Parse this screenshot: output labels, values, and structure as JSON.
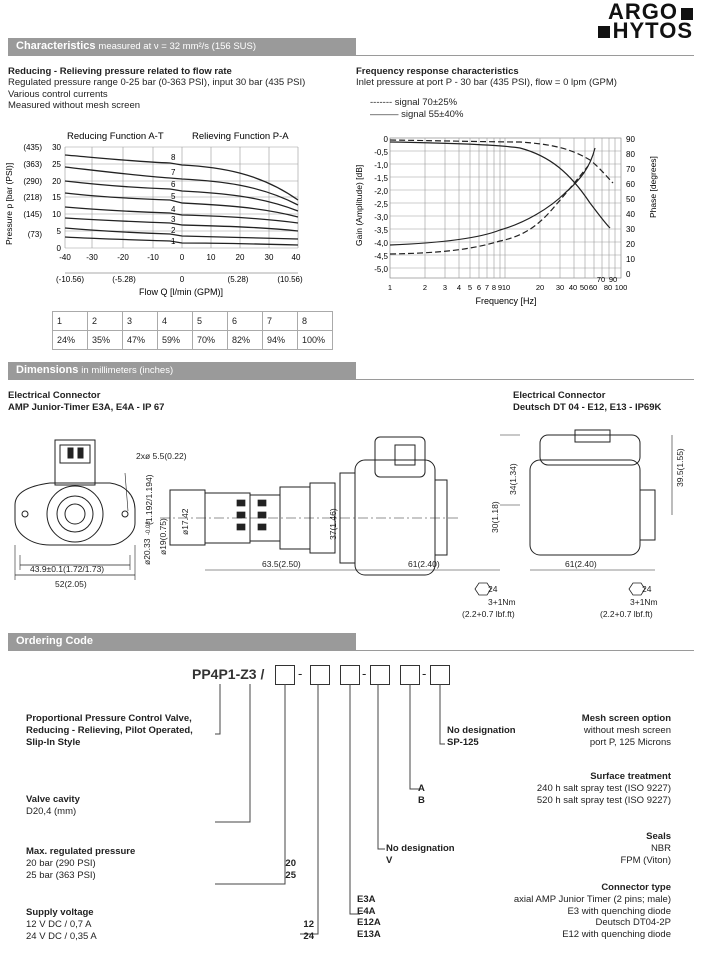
{
  "logo": {
    "line1": "ARGO",
    "line2": "HYTOS"
  },
  "characteristics": {
    "title": "Characteristics",
    "subtitle": "measured at ν = 32 mm²/s (156 SUS)",
    "left": {
      "heading": "Reducing - Relieving pressure related to flow rate",
      "lines": [
        "Regulated pressure range 0-25 bar (0-363 PSI), input 30 bar (435 PSI)",
        "Various control currents",
        "Measured without mesh screen"
      ],
      "func_a": "Reducing Function A-T",
      "func_b": "Relieving Function P-A",
      "ylabel": "Pressure p [bar (PSI)]",
      "xlabel": "Flow Q [l/min (GPM)]",
      "yticks": [
        "30",
        "25",
        "20",
        "15",
        "10",
        "5",
        "0"
      ],
      "ypsi": [
        "(435)",
        "(363)",
        "(290)",
        "(218)",
        "(145)",
        "(73)"
      ],
      "xticks": [
        "-40",
        "-30",
        "-20",
        "-10",
        "0",
        "10",
        "20",
        "30",
        "40"
      ],
      "xgpm": [
        "(-10.56)",
        "(-5.28)",
        "0",
        "(5.28)",
        "(10.56)"
      ],
      "curve_labels": [
        "8",
        "7",
        "6",
        "5",
        "4",
        "3",
        "2",
        "1"
      ],
      "table_head": [
        "1",
        "2",
        "3",
        "4",
        "5",
        "6",
        "7",
        "8"
      ],
      "table_vals": [
        "24%",
        "35%",
        "47%",
        "59%",
        "70%",
        "82%",
        "94%",
        "100%"
      ]
    },
    "right": {
      "heading": "Frequency response characteristics",
      "line1": "Inlet pressure at port P - 30 bar (435 PSI), flow = 0 lpm (GPM)",
      "legend": [
        {
          "mark": "-------",
          "text": "signal 70±25%"
        },
        {
          "mark": "———",
          "text": "signal 55±40%"
        }
      ],
      "ylabel_l": "Gain (Amplitude) [dB]",
      "ylabel_r": "Phase [degrees]",
      "yticks_l": [
        "0",
        "-0,5",
        "-1,0",
        "-1,5",
        "-2,0",
        "-2,5",
        "-3,0",
        "-3,5",
        "-4,0",
        "-4,5",
        "-5,0"
      ],
      "yticks_r": [
        "90",
        "80",
        "70",
        "60",
        "50",
        "40",
        "30",
        "20",
        "10",
        "0"
      ],
      "xticks": [
        "1",
        "2",
        "3",
        "4",
        "5",
        "6",
        "7",
        "8",
        "9",
        "10",
        "20",
        "30",
        "40",
        "50",
        "60",
        "70",
        "80",
        "90",
        "100"
      ],
      "xlabel": "Frequency [Hz]"
    }
  },
  "dimensions": {
    "title": "Dimensions",
    "subtitle": "in millimeters (inches)",
    "left_heading": [
      "Electrical Connector",
      "AMP Junior-Timer E3A, E4A - IP 67"
    ],
    "right_heading": [
      "Electrical Connector",
      "Deutsch DT 04  - E12, E13 - IP69K"
    ],
    "labels": {
      "hole": "2xø 5.5(0.22)",
      "w1": "43.9±0.1(1.72/1.73)",
      "w2": "52(2.05)",
      "d1": "ø20.33",
      "d1tol": "-0.03",
      "d2": "ø19(0.75)",
      "d3": "ø17.42",
      "d4": "(1.192/1.194)",
      "l1": "63.5(2.50)",
      "l2": "61(2.40)",
      "l3": "61(2.40)",
      "h1": "37(1.46)",
      "h2": "30(1.18)",
      "h3": "34(1.34)",
      "h4": "39.5(1.55)",
      "hex": "24",
      "torque": "3+1Nm",
      "torque_ft": "(2.2+0.7 lbf.ft)"
    }
  },
  "ordering": {
    "title": "Ordering Code",
    "code": "PP4P1-Z3 /",
    "desc": [
      "Proportional Pressure Control Valve,",
      "Reducing - Relieving, Pilot Operated,",
      "Slip-In Style"
    ],
    "cavity": {
      "title": "Valve cavity",
      "value": "D20,4 (mm)"
    },
    "pressure": {
      "title": "Max. regulated pressure",
      "rows": [
        {
          "label": "20 bar (290 PSI)",
          "code": "20"
        },
        {
          "label": "25 bar (363 PSI)",
          "code": "25"
        }
      ]
    },
    "voltage": {
      "title": "Supply voltage",
      "rows": [
        {
          "label": "12 V DC / 0,7 A",
          "code": "12"
        },
        {
          "label": "24 V DC / 0,35 A",
          "code": "24"
        }
      ]
    },
    "mesh": {
      "title": "Mesh screen option",
      "rows": [
        {
          "code": "No designation",
          "label": "without mesh screen"
        },
        {
          "code": "SP-125",
          "label": "port P, 125 Microns"
        }
      ]
    },
    "surface": {
      "title": "Surface treatment",
      "rows": [
        {
          "code": "A",
          "label": "240 h salt spray test (ISO 9227)"
        },
        {
          "code": "B",
          "label": "520 h salt spray test (ISO 9227)"
        }
      ]
    },
    "seals": {
      "title": "Seals",
      "rows": [
        {
          "code": "No designation",
          "label": "NBR"
        },
        {
          "code": "V",
          "label": "FPM (Viton)"
        }
      ]
    },
    "connector": {
      "title": "Connector type",
      "rows": [
        {
          "code": "E3A",
          "label": "axial AMP Junior Timer (2 pins; male)"
        },
        {
          "code": "E4A",
          "label": "E3 with quenching diode"
        },
        {
          "code": "E12A",
          "label": "Deutsch DT04-2P"
        },
        {
          "code": "E13A",
          "label": "E12 with quenching diode"
        }
      ]
    }
  }
}
